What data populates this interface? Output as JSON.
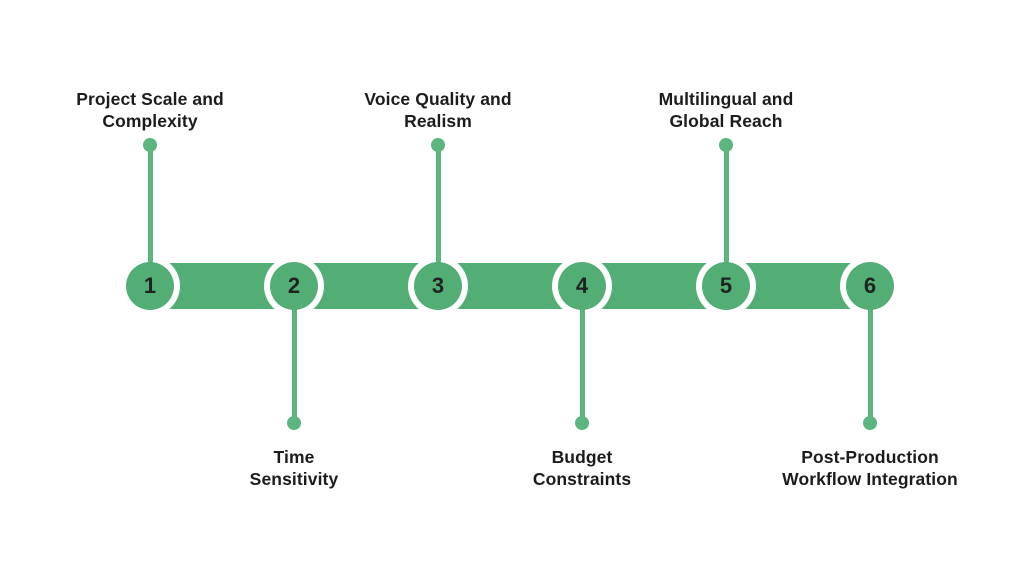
{
  "colors": {
    "background": "#ffffff",
    "accent": "#53ae76",
    "stem": "#5cb47e",
    "number": "#1d2420",
    "label": "#1c1c1c"
  },
  "timeline": {
    "items": [
      {
        "number": "1",
        "label_line1": "Project Scale and",
        "label_line2": "Complexity",
        "position": "top"
      },
      {
        "number": "2",
        "label_line1": "Time",
        "label_line2": "Sensitivity",
        "position": "bottom"
      },
      {
        "number": "3",
        "label_line1": "Voice Quality and",
        "label_line2": "Realism",
        "position": "top"
      },
      {
        "number": "4",
        "label_line1": "Budget",
        "label_line2": "Constraints",
        "position": "bottom"
      },
      {
        "number": "5",
        "label_line1": "Multilingual and",
        "label_line2": "Global Reach",
        "position": "top"
      },
      {
        "number": "6",
        "label_line1": "Post-Production",
        "label_line2": "Workflow Integration",
        "position": "bottom"
      }
    ]
  }
}
